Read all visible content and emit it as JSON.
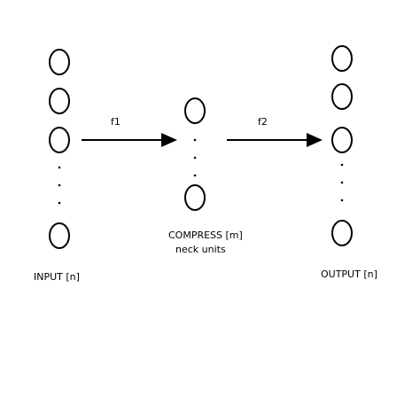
{
  "labels": {
    "input": "INPUT [n]",
    "compress": "COMPRESS [m]",
    "compress_sub": "neck units",
    "output": "OUTPUT [n]",
    "f1": "f1",
    "f2": "f2"
  },
  "layers": {
    "input": {
      "visible_nodes": 4,
      "ellipsis": true
    },
    "compress": {
      "visible_nodes": 2,
      "ellipsis": true
    },
    "output": {
      "visible_nodes": 4,
      "ellipsis": true
    }
  },
  "colors": {
    "stroke": "#000000",
    "background": "#ffffff"
  }
}
